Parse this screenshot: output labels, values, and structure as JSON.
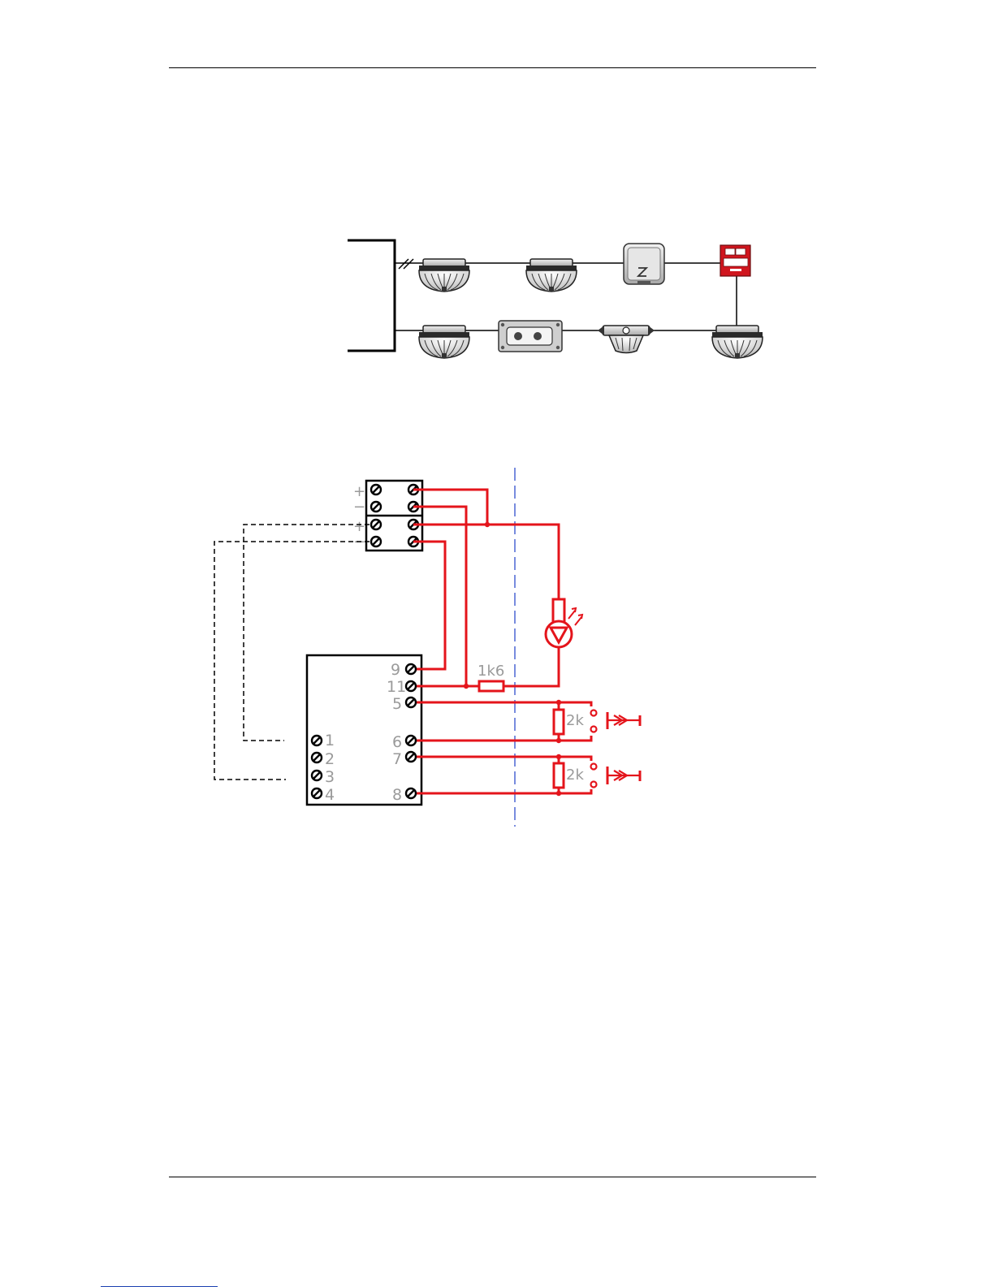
{
  "colors": {
    "wire": "#e4141b",
    "dashed_wire": "#000000",
    "separator": "#1f3fc9",
    "label_grey": "#9a9a9a",
    "panel_red": "#d0161e"
  },
  "loop_diagram": {
    "devices_top": [
      "smoke-detector",
      "smoke-detector",
      "interface-module",
      "manual-call-point"
    ],
    "devices_bottom": [
      "smoke-detector",
      "input-output-module",
      "beam-detector",
      "smoke-detector"
    ]
  },
  "wiring_diagram": {
    "terminal_block_polarity": [
      "+",
      "−",
      "+",
      "−"
    ],
    "module_terminals_right": [
      "9",
      "11",
      "5",
      "6",
      "7",
      "8"
    ],
    "module_terminals_left": [
      "1",
      "2",
      "3",
      "4"
    ],
    "resistor_series": "1k6",
    "resistor_eol_1": "2k",
    "resistor_eol_2": "2k"
  }
}
